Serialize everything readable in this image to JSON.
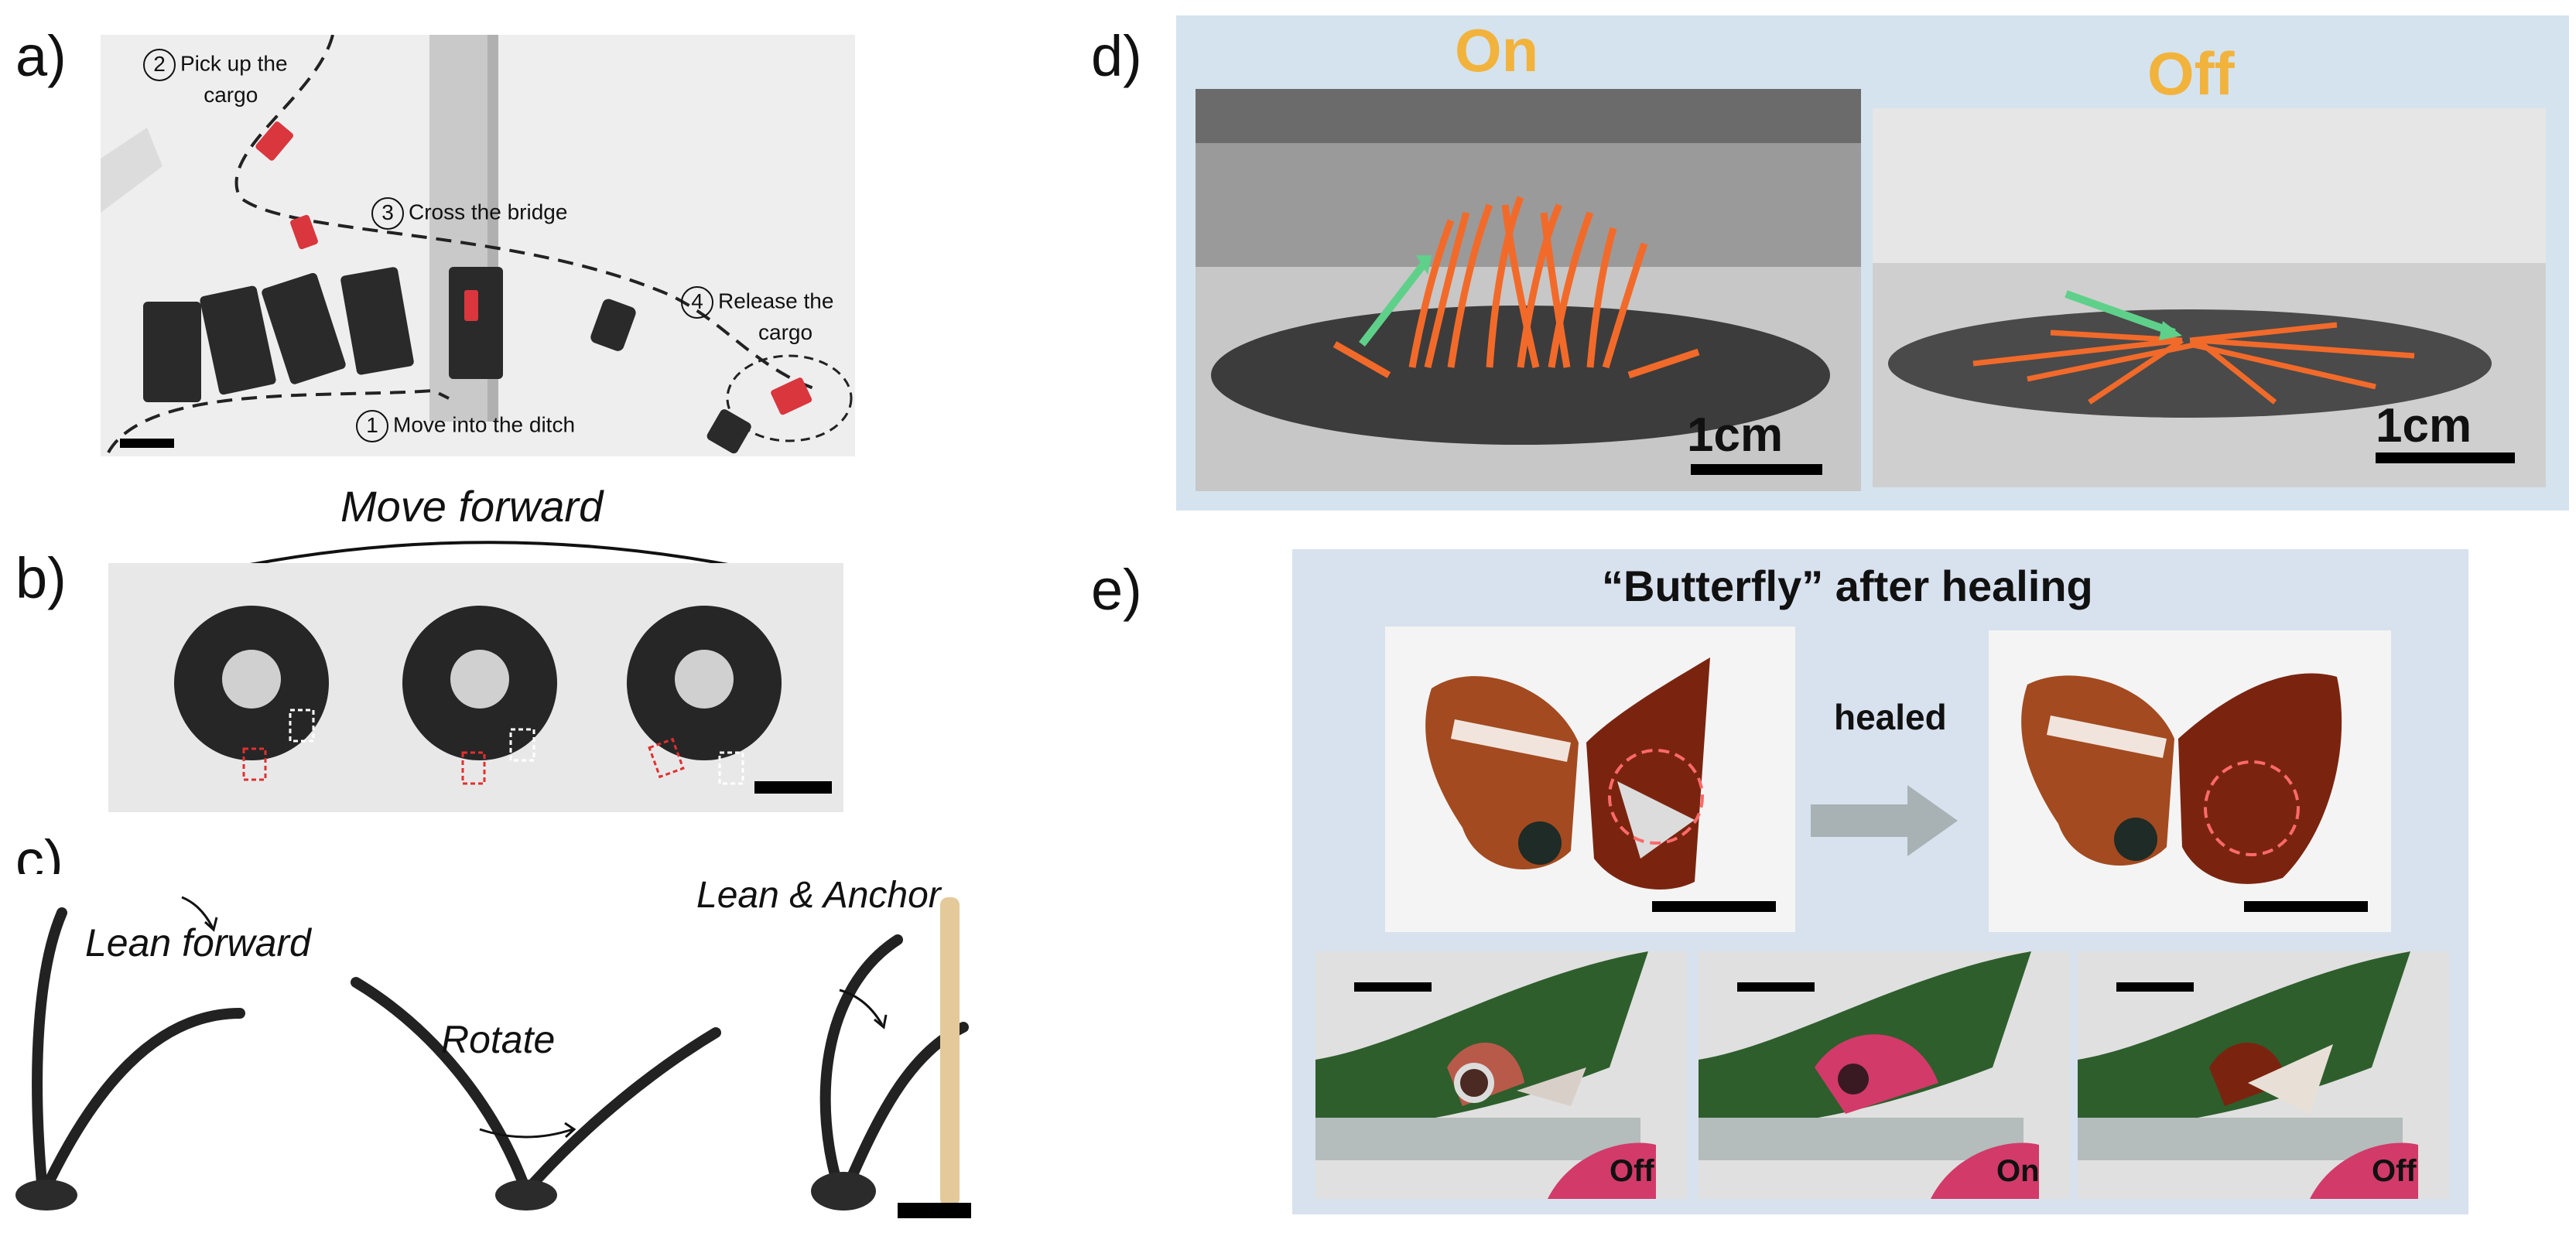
{
  "panels": {
    "a": {
      "letter": "a)",
      "steps": [
        {
          "num": "2",
          "text_line1": "Pick up the",
          "text_line2": "cargo"
        },
        {
          "num": "3",
          "text_line1": "Cross the bridge",
          "text_line2": ""
        },
        {
          "num": "4",
          "text_line1": "Release the",
          "text_line2": "cargo"
        },
        {
          "num": "1",
          "text_line1": "Move into the ditch",
          "text_line2": ""
        }
      ]
    },
    "b": {
      "letter": "b)",
      "caption": "Move forward"
    },
    "c": {
      "letter": "c)",
      "labels": [
        "Lean forward",
        "Rotate",
        "Lean & Anchor"
      ]
    },
    "d": {
      "letter": "d)",
      "on_label": "On",
      "off_label": "Off",
      "scale_on": "1cm",
      "scale_off": "1cm",
      "label_color": "#f2b33d",
      "arrow_color": "#5fd08a"
    },
    "e": {
      "letter": "e)",
      "title": "“Butterfly” after healing",
      "arrow_label": "healed",
      "bottom_labels": [
        "Off",
        "On",
        "Off"
      ],
      "background": "#d8e2ee"
    }
  }
}
